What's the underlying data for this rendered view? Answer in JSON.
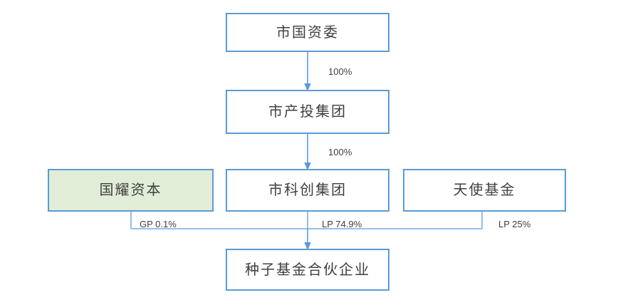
{
  "diagram": {
    "type": "org-chart",
    "title": "",
    "colors": {
      "border": "#5B9BD5",
      "highlight_fill": "#E2EDD8",
      "node_fill": "#FFFFFF",
      "text": "#3F3F3F",
      "connector": "#5B9BD5",
      "label_text": "#404040"
    },
    "nodes": [
      {
        "id": "sasac",
        "label": "市国资委",
        "row": 1,
        "highlighted": false
      },
      {
        "id": "cidc",
        "label": "市产投集团",
        "row": 2,
        "highlighted": false
      },
      {
        "id": "guoyao",
        "label": "国耀资本",
        "row": 3,
        "highlighted": true
      },
      {
        "id": "kechuang",
        "label": "市科创集团",
        "row": 3,
        "highlighted": false
      },
      {
        "id": "angel",
        "label": "天使基金",
        "row": 3,
        "highlighted": false
      },
      {
        "id": "seedfund",
        "label": "种子基金合伙企业",
        "row": 4,
        "highlighted": false
      }
    ],
    "edges": [
      {
        "from": "sasac",
        "to": "cidc",
        "label": "100%",
        "arrow": true
      },
      {
        "from": "cidc",
        "to": "kechuang",
        "label": "100%",
        "arrow": true
      },
      {
        "from": "guoyao",
        "to": "seedfund",
        "label": "GP 0.1%",
        "arrow": false
      },
      {
        "from": "kechuang",
        "to": "seedfund",
        "label": "LP 74.9%",
        "arrow": true
      },
      {
        "from": "angel",
        "to": "seedfund",
        "label": "LP 25%",
        "arrow": false
      }
    ]
  }
}
